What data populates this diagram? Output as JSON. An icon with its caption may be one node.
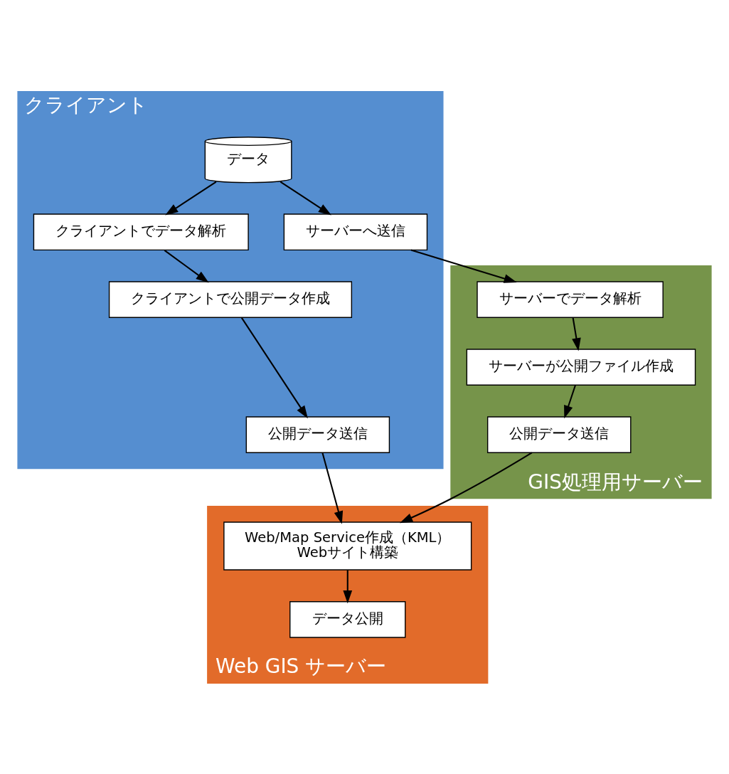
{
  "diagram": {
    "nodes": [
      {
        "text": [
          "クライアント"
        ]
      },
      {
        "text": [
          "データ"
        ],
        "in": 0
      },
      {
        "text": [
          "サーバーへ送信"
        ],
        "in": 0
      },
      {
        "text": [
          "クライアントでデータ解析"
        ],
        "in": 0
      },
      {
        "text": [
          "クライアントで公開データ作成"
        ],
        "in": 0
      },
      {
        "text": [
          "公開データ送信"
        ],
        "in": 0
      },
      {
        "text": [
          "GIS処理用サーバー"
        ]
      },
      {
        "text": [
          "サーバーでデータ解析"
        ],
        "in": 6
      },
      {
        "text": [
          "サーバーが公開ファイル作成"
        ],
        "in": 6
      },
      {
        "text": [
          "公開データ送信"
        ],
        "in": 6
      },
      {
        "text": [
          "Web GIS サーバー"
        ]
      },
      {
        "text": [
          "Web/Map Service作成（KML）",
          "Webサイト構築"
        ],
        "in": 10
      },
      {
        "text": [
          "データ公開"
        ],
        "in": 10
      }
    ],
    "edges": [
      {
        "from": 1,
        "to": 2,
        "arrow": "to"
      },
      {
        "from": 1,
        "to": 3,
        "arrow": "to"
      },
      {
        "from": 3,
        "to": 4,
        "arrow": "to"
      },
      {
        "from": 4,
        "to": 5,
        "arrow": "to"
      },
      {
        "from": 2,
        "to": 7,
        "arrow": "to"
      },
      {
        "from": 7,
        "to": 8,
        "arrow": "to"
      },
      {
        "from": 8,
        "to": 9,
        "arrow": "to"
      },
      {
        "from": 9,
        "to": 11,
        "arrow": "to"
      },
      {
        "from": 5,
        "to": 11,
        "arrow": "to"
      },
      {
        "from": 11,
        "to": 12,
        "arrow": "to"
      }
    ]
  }
}
